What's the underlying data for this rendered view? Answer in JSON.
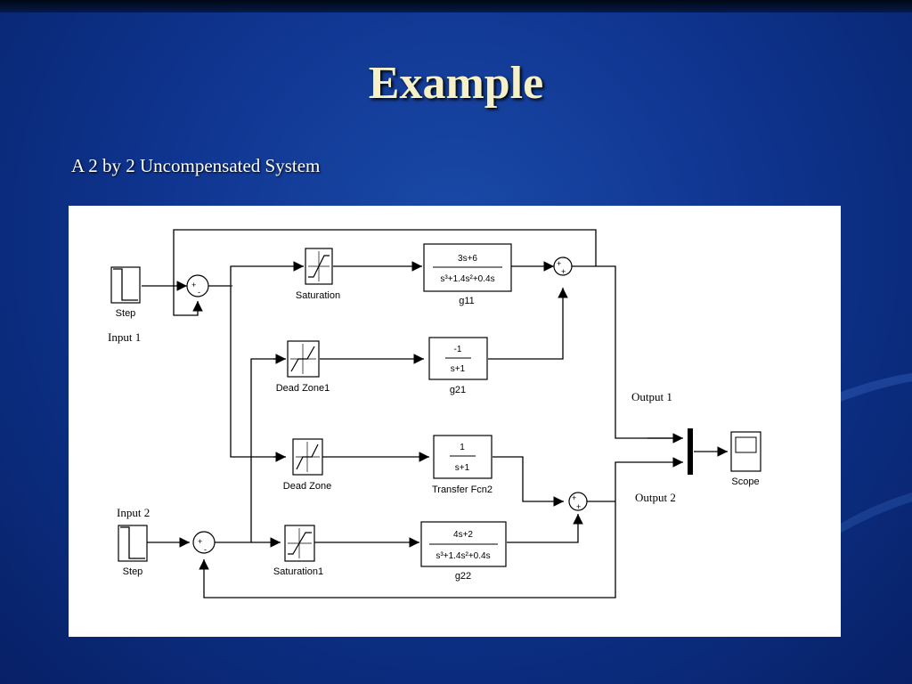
{
  "slide": {
    "title": "Example",
    "subtitle": "A 2 by 2 Uncompensated System"
  },
  "diagram": {
    "input1_label": "Input 1",
    "input2_label": "Input 2",
    "output1_label": "Output 1",
    "output2_label": "Output 2",
    "step1_label": "Step",
    "step2_label": "Step",
    "saturation_label": "Saturation",
    "saturation1_label": "Saturation1",
    "deadzone1_label": "Dead Zone1",
    "deadzone_label": "Dead Zone",
    "scope_label": "Scope",
    "g11": {
      "name": "g11",
      "num": "3s+6",
      "den": "s³+1.4s²+0.4s"
    },
    "g21": {
      "name": "g21",
      "num": "-1",
      "den": "s+1"
    },
    "tf2": {
      "name": "Transfer Fcn2",
      "num": "1",
      "den": "s+1"
    },
    "g22": {
      "name": "g22",
      "num": "4s+2",
      "den": "s³+1.4s²+0.4s"
    },
    "sum_plus": "+",
    "sum_minus": "-"
  },
  "colors": {
    "title": "#f5f0c8",
    "background": "#0f3590",
    "canvas": "#ffffff"
  }
}
